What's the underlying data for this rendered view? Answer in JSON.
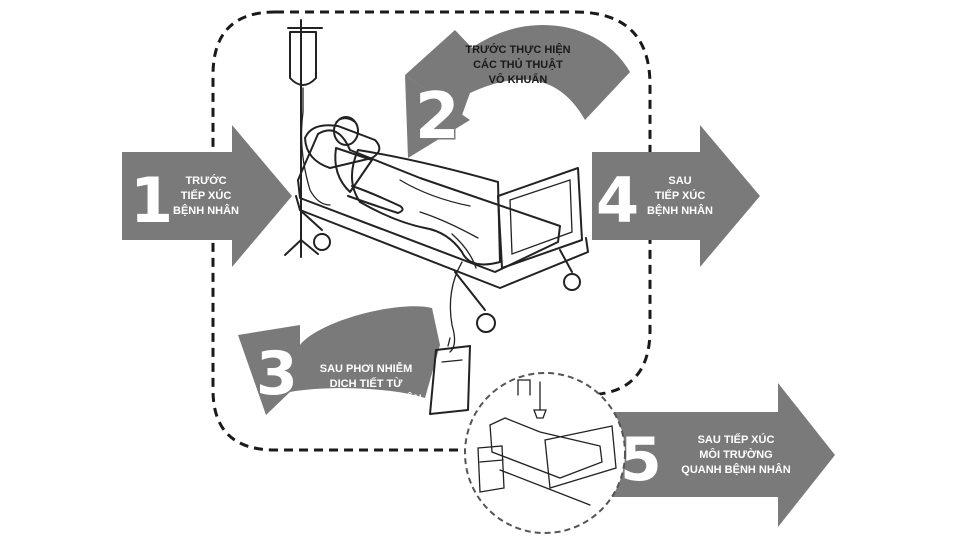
{
  "steps": [
    {
      "number": "1",
      "lines": [
        "TRƯỚC",
        "TIẾP XÚC",
        "BỆNH NHÂN"
      ]
    },
    {
      "number": "2",
      "lines": [
        "TRƯỚC THỰC HIỆN",
        "CÁC THỦ THUẬT",
        "VÔ KHUẨN"
      ]
    },
    {
      "number": "3",
      "lines": [
        "SAU PHƠI NHIỄM",
        "DỊCH TIẾT TỪ",
        "CƠ THỂ BỆNH NHÂN"
      ]
    },
    {
      "number": "4",
      "lines": [
        "SAU",
        "TIẾP XÚC",
        "BỆNH NHÂN"
      ]
    },
    {
      "number": "5",
      "lines": [
        "SAU TIẾP XÚC",
        "MÔI TRƯỜNG",
        "QUANH BỆNH NHÂN"
      ]
    }
  ],
  "colors": {
    "arrow": "#7a7a7a",
    "dashed_border": "#1a1a1a",
    "background": "#ffffff"
  },
  "icons": [
    "hospital-bed-icon",
    "patient-icon",
    "iv-drip-icon",
    "urine-bag-icon",
    "empty-bed-icon"
  ]
}
